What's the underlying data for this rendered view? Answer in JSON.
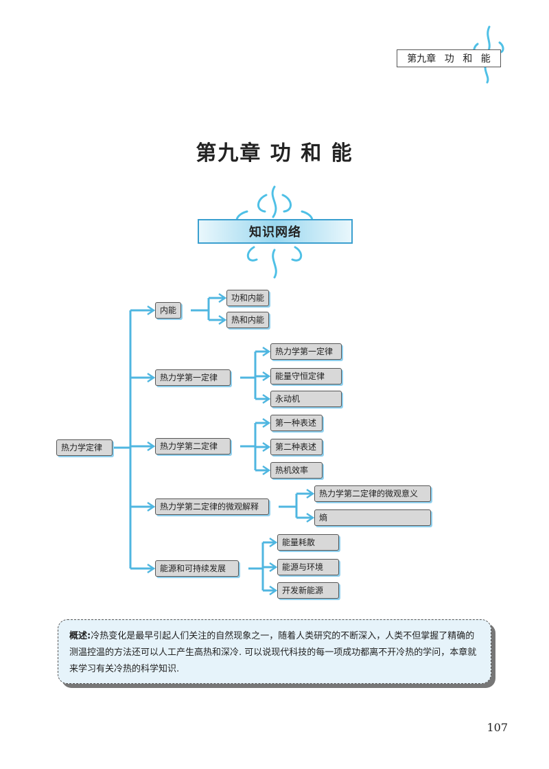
{
  "header": {
    "tab": [
      "第九章",
      "功",
      "和",
      "能"
    ]
  },
  "chapter": {
    "title": "第九章 功 和 能"
  },
  "section": {
    "title": "知识网络"
  },
  "mindmap": {
    "root": "热力学定律",
    "branches": [
      {
        "label": "内能",
        "children": [
          "功和内能",
          "热和内能"
        ]
      },
      {
        "label": "热力学第一定律",
        "children": [
          "热力学第一定律",
          "能量守恒定律",
          "永动机"
        ]
      },
      {
        "label": "热力学第二定律",
        "children": [
          "第一种表述",
          "第二种表述",
          "热机效率"
        ]
      },
      {
        "label": "热力学第二定律的微观解释",
        "children": [
          "热力学第二定律的微观意义",
          "熵"
        ]
      },
      {
        "label": "能源和可持续发展",
        "children": [
          "能量耗散",
          "能源与环境",
          "开发新能源"
        ]
      }
    ]
  },
  "summary": {
    "label": "概述:",
    "text": "冷热变化是最早引起人们关注的自然现象之一，随着人类研究的不断深入，人类不但掌握了精确的测温控温的方法还可以人工产生高热和深冷. 可以说现代科技的每一项成功都离不开冷热的学问，本章就来学习有关冷热的科学知识."
  },
  "page": {
    "number": "107"
  },
  "colors": {
    "accent": "#3a9fcf",
    "node_fill": "#d8d8d8",
    "summary_bg": "#e6f3fa"
  }
}
